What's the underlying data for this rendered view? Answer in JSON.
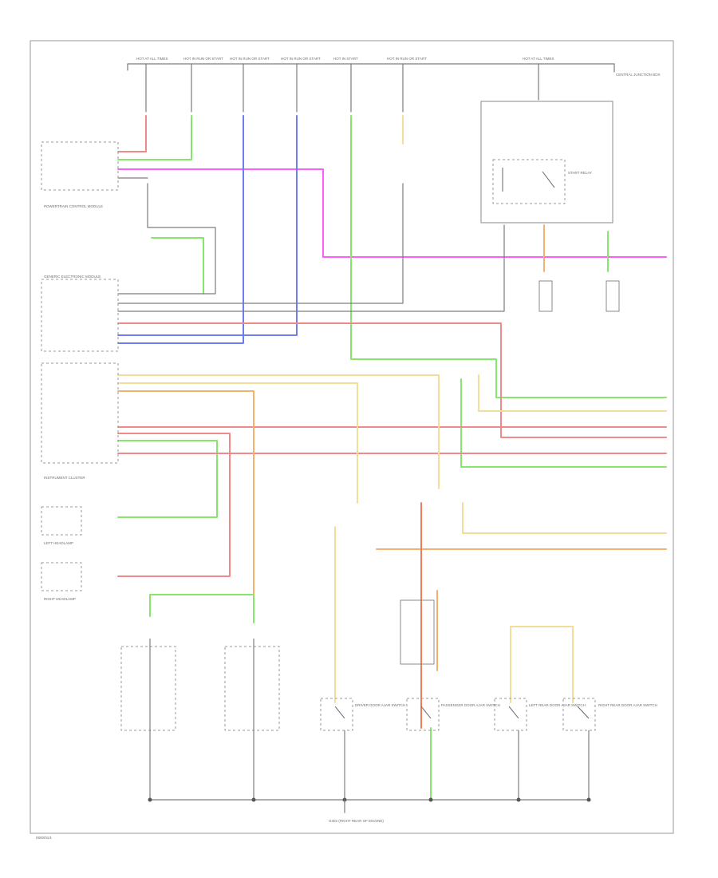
{
  "diagram": {
    "page_label": "0500/01/1",
    "ground_label": "G302 (RIGHT REAR OF ENGINE)",
    "wire_colors": {
      "red": "#f08a8a",
      "pink": "#ff5cff",
      "green": "#86e86a",
      "blue": "#6f7df0",
      "orange": "#f5b070",
      "yellow": "#f2dd9a",
      "gray": "#7d7d7d",
      "salmon": "#f07a5a"
    },
    "top_fuses": [
      "HOT AT ALL TIMES",
      "HOT IN RUN OR START",
      "HOT IN RUN OR START",
      "HOT IN RUN OR START",
      "HOT IN START",
      "HOT IN RUN OR START",
      "HOT AT ALL TIMES"
    ],
    "junction_box_label": "CENTRAL JUNCTION BOX",
    "relay_label": "START RELAY",
    "left_connectors": [
      "POWERTRAIN CONTROL MODULE",
      "GENERIC ELECTRONIC MODULE",
      "INSTRUMENT CLUSTER",
      "LEFT HEADLAMP",
      "RIGHT HEADLAMP"
    ],
    "door_switches": [
      "DRIVER DOOR AJAR SWITCH",
      "PASSENGER DOOR AJAR SWITCH",
      "LEFT REAR DOOR AJAR SWITCH",
      "RIGHT REAR DOOR AJAR SWITCH"
    ]
  }
}
